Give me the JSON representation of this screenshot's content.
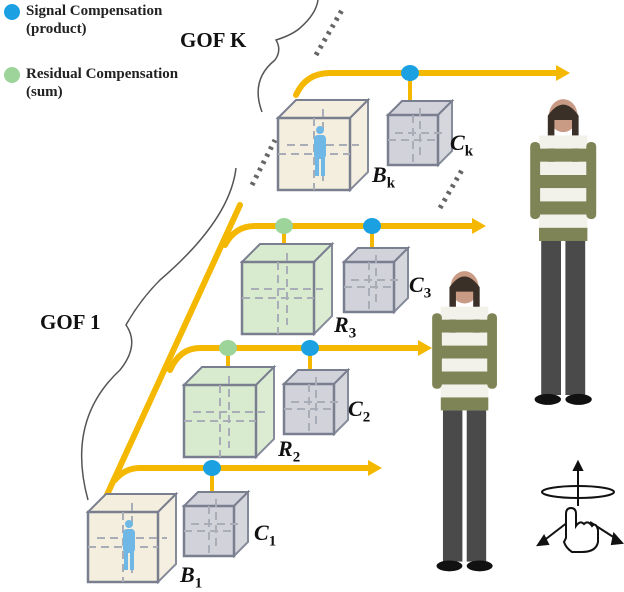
{
  "legend": {
    "signal": {
      "label": "Signal Compensation",
      "sub": "(product)",
      "color": "#1ba1e2"
    },
    "residual": {
      "label": "Residual Compensation",
      "sub": "(sum)",
      "color": "#9dd49a"
    }
  },
  "groups": {
    "gof_k": "GOF K",
    "gof_1": "GOF 1"
  },
  "labels": {
    "bk": {
      "main": "B",
      "sub": "k"
    },
    "ck": {
      "main": "C",
      "sub": "k"
    },
    "c3": {
      "main": "C",
      "sub": "3"
    },
    "r3": {
      "main": "R",
      "sub": "3"
    },
    "c2": {
      "main": "C",
      "sub": "2"
    },
    "r2": {
      "main": "R",
      "sub": "2"
    },
    "c1": {
      "main": "C",
      "sub": "1"
    },
    "b1": {
      "main": "B",
      "sub": "1"
    }
  },
  "colors": {
    "arrow": "#f5b800",
    "b_cube_fill": "#f3eedd",
    "r_cube_fill": "#d9ebcf",
    "c_cube_fill": "#d2d2da",
    "cube_edge": "#7a7f90",
    "figure_stripe_light": "#f2f2ea",
    "figure_stripe_dark": "#7f8456",
    "figure_pants": "#4a4a4a",
    "figure_skin": "#c99b85"
  },
  "icons": [
    "rotate-gesture-icon"
  ]
}
